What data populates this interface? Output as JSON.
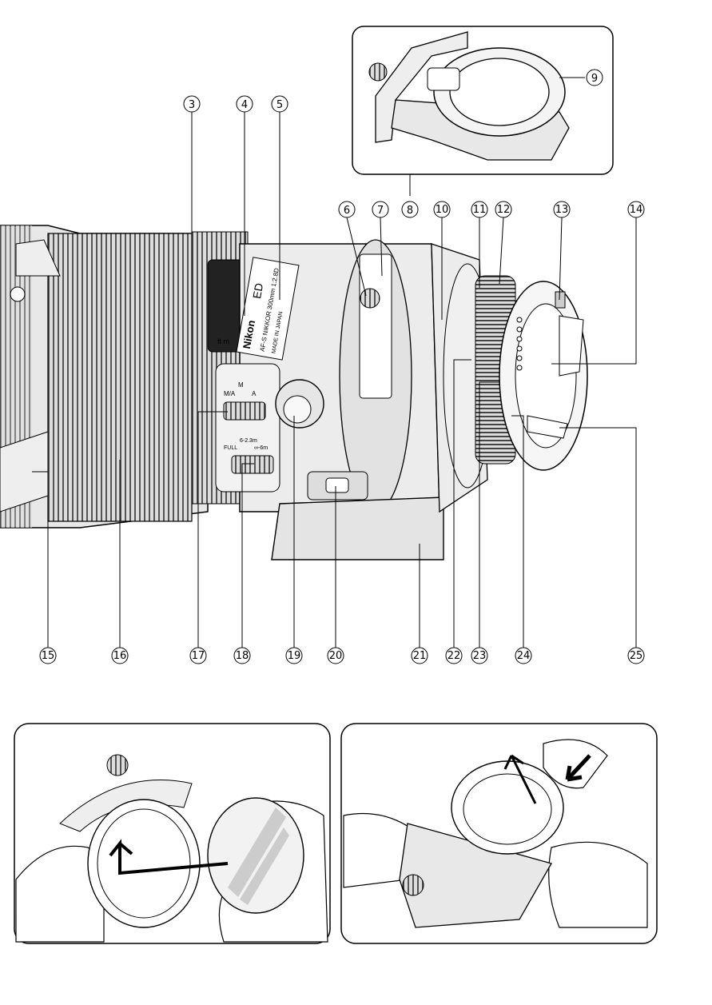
{
  "callouts": [
    "3",
    "4",
    "5",
    "6",
    "7",
    "8",
    "9",
    "10",
    "11",
    "12",
    "13",
    "14",
    "15",
    "16",
    "17",
    "18",
    "19",
    "20",
    "21",
    "22",
    "23",
    "24",
    "25"
  ],
  "lens_markings": {
    "brand": "Nikon",
    "ed": "ED",
    "model": "AF-S NIKKOR 300mm 1:2.8D",
    "origin": "MADE IN JAPAN",
    "focus_mode": {
      "m": "M",
      "ma": "M/A",
      "a": "A"
    },
    "limiter": {
      "range_near": "6-2.3m",
      "full": "FULL",
      "range_far": "∞-6m"
    },
    "window": "ft m"
  },
  "colors": {
    "stroke": "#000000",
    "body": "#e6e6e6",
    "dark": "#555555"
  }
}
